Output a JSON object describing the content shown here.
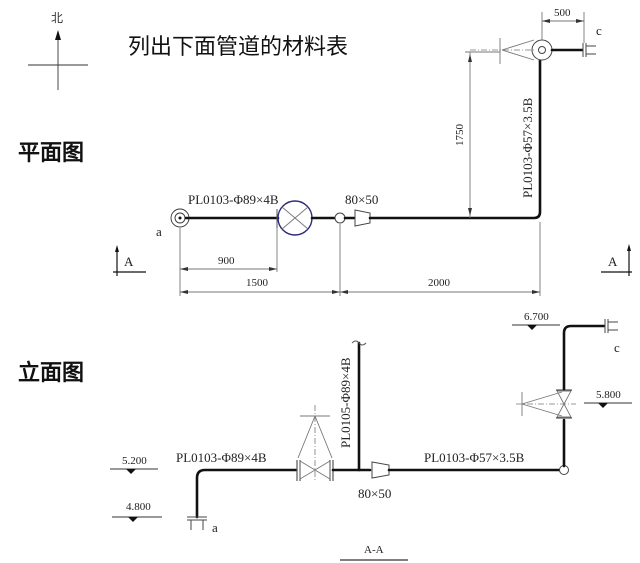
{
  "title": "列出下面管道的材料表",
  "north_label": "北",
  "plan_view": {
    "label": "平面图",
    "point_a": "a",
    "point_c": "c",
    "pipe_main": "PL0103-Φ89×4B",
    "pipe_riser": "PL0103-Φ57×3.5B",
    "reducer": "80×50",
    "dims": {
      "d900": "900",
      "d1500": "1500",
      "d2000": "2000",
      "d1750": "1750",
      "d500": "500"
    },
    "section_mark_left": "A",
    "section_mark_right": "A"
  },
  "elevation_view": {
    "label": "立面图",
    "point_a": "a",
    "point_c": "c",
    "pipe_main": "PL0103-Φ89×4B",
    "pipe_branch": "PL0105-Φ89×4B",
    "pipe_small": "PL0103-Φ57×3.5B",
    "reducer": "80×50",
    "elevations": {
      "e6700": "6.700",
      "e5800": "5.800",
      "e5200": "5.200",
      "e4800": "4.800"
    },
    "section_title": "A-A"
  }
}
